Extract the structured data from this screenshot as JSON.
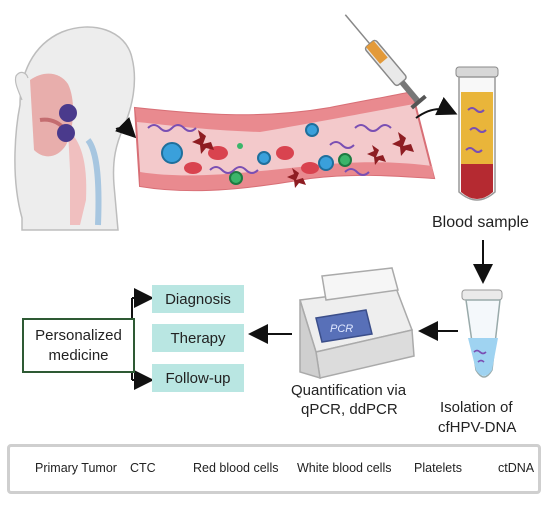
{
  "labels": {
    "blood_sample": "Blood sample",
    "quantification_line1": "Quantification via",
    "quantification_line2": "qPCR, ddPCR",
    "isolation_line1": "Isolation of",
    "isolation_line2": "cfHPV-DNA",
    "pcr_screen": "PCR",
    "personalized_line1": "Personalized",
    "personalized_line2": "medicine"
  },
  "outcomes": [
    "Diagnosis",
    "Therapy",
    "Follow-up"
  ],
  "legend": {
    "primary_tumor": "Primary Tumor",
    "ctc": "CTC",
    "red_blood_cells": "Red blood cells",
    "white_blood_cells": "White blood cells",
    "platelets": "Platelets",
    "ctdna": "ctDNA"
  },
  "colors": {
    "vessel": "#e98a8f",
    "rbc": "#d9434f",
    "ctc": "#3aa0db",
    "wbc": "#3bb56a",
    "platelet": "#8e1d22",
    "tumor": "#4a3a8c",
    "dna": "#7a4fb3",
    "plasma": "#e9b53a",
    "teal_box": "#b9e6e2",
    "pm_border": "#2e5a34"
  }
}
